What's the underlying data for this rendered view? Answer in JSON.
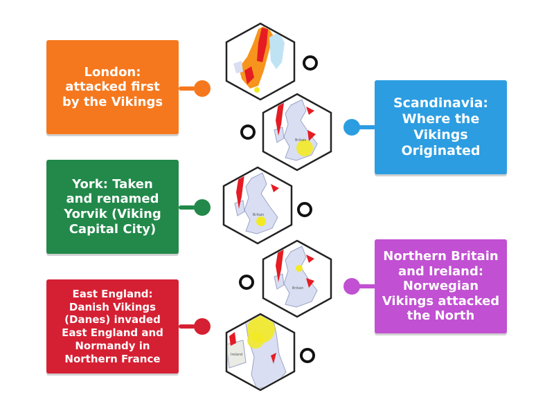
{
  "colors": {
    "orange": "#f5781e",
    "blue": "#2c9de1",
    "green": "#22894a",
    "magenta": "#c150d2",
    "red": "#d52033",
    "map_land": "#d9def2",
    "map_sea": "#ffffff",
    "map_red": "#e51c23",
    "map_yellow": "#f2ea25",
    "map_orange": "#f7941d"
  },
  "labels_left": [
    {
      "text": "London:\nattacked first\nby the Vikings"
    },
    {
      "text": "York: Taken\nand renamed\nYorvik (Viking\nCapital City)"
    },
    {
      "text": "East England:\nDanish Vikings\n(Danes) invaded\nEast England and\nNormandy in\nNorthern France"
    }
  ],
  "labels_right": [
    {
      "text": "Scandinavia:\nWhere the\nVikings\nOriginated"
    },
    {
      "text": "Northern Britain\nand Ireland:\nNorwegian\nVikings attacked\nthe North"
    }
  ],
  "map_tiles": [
    {
      "icon": "scandinavia-map-icon",
      "tiny_label": ""
    },
    {
      "icon": "britain-map-icon",
      "tiny_label": "Britain"
    },
    {
      "icon": "britain-map-icon",
      "tiny_label": "Britain"
    },
    {
      "icon": "britain-map-icon",
      "tiny_label": "Britain"
    },
    {
      "icon": "england-map-icon",
      "tiny_label": "Ireland"
    }
  ]
}
